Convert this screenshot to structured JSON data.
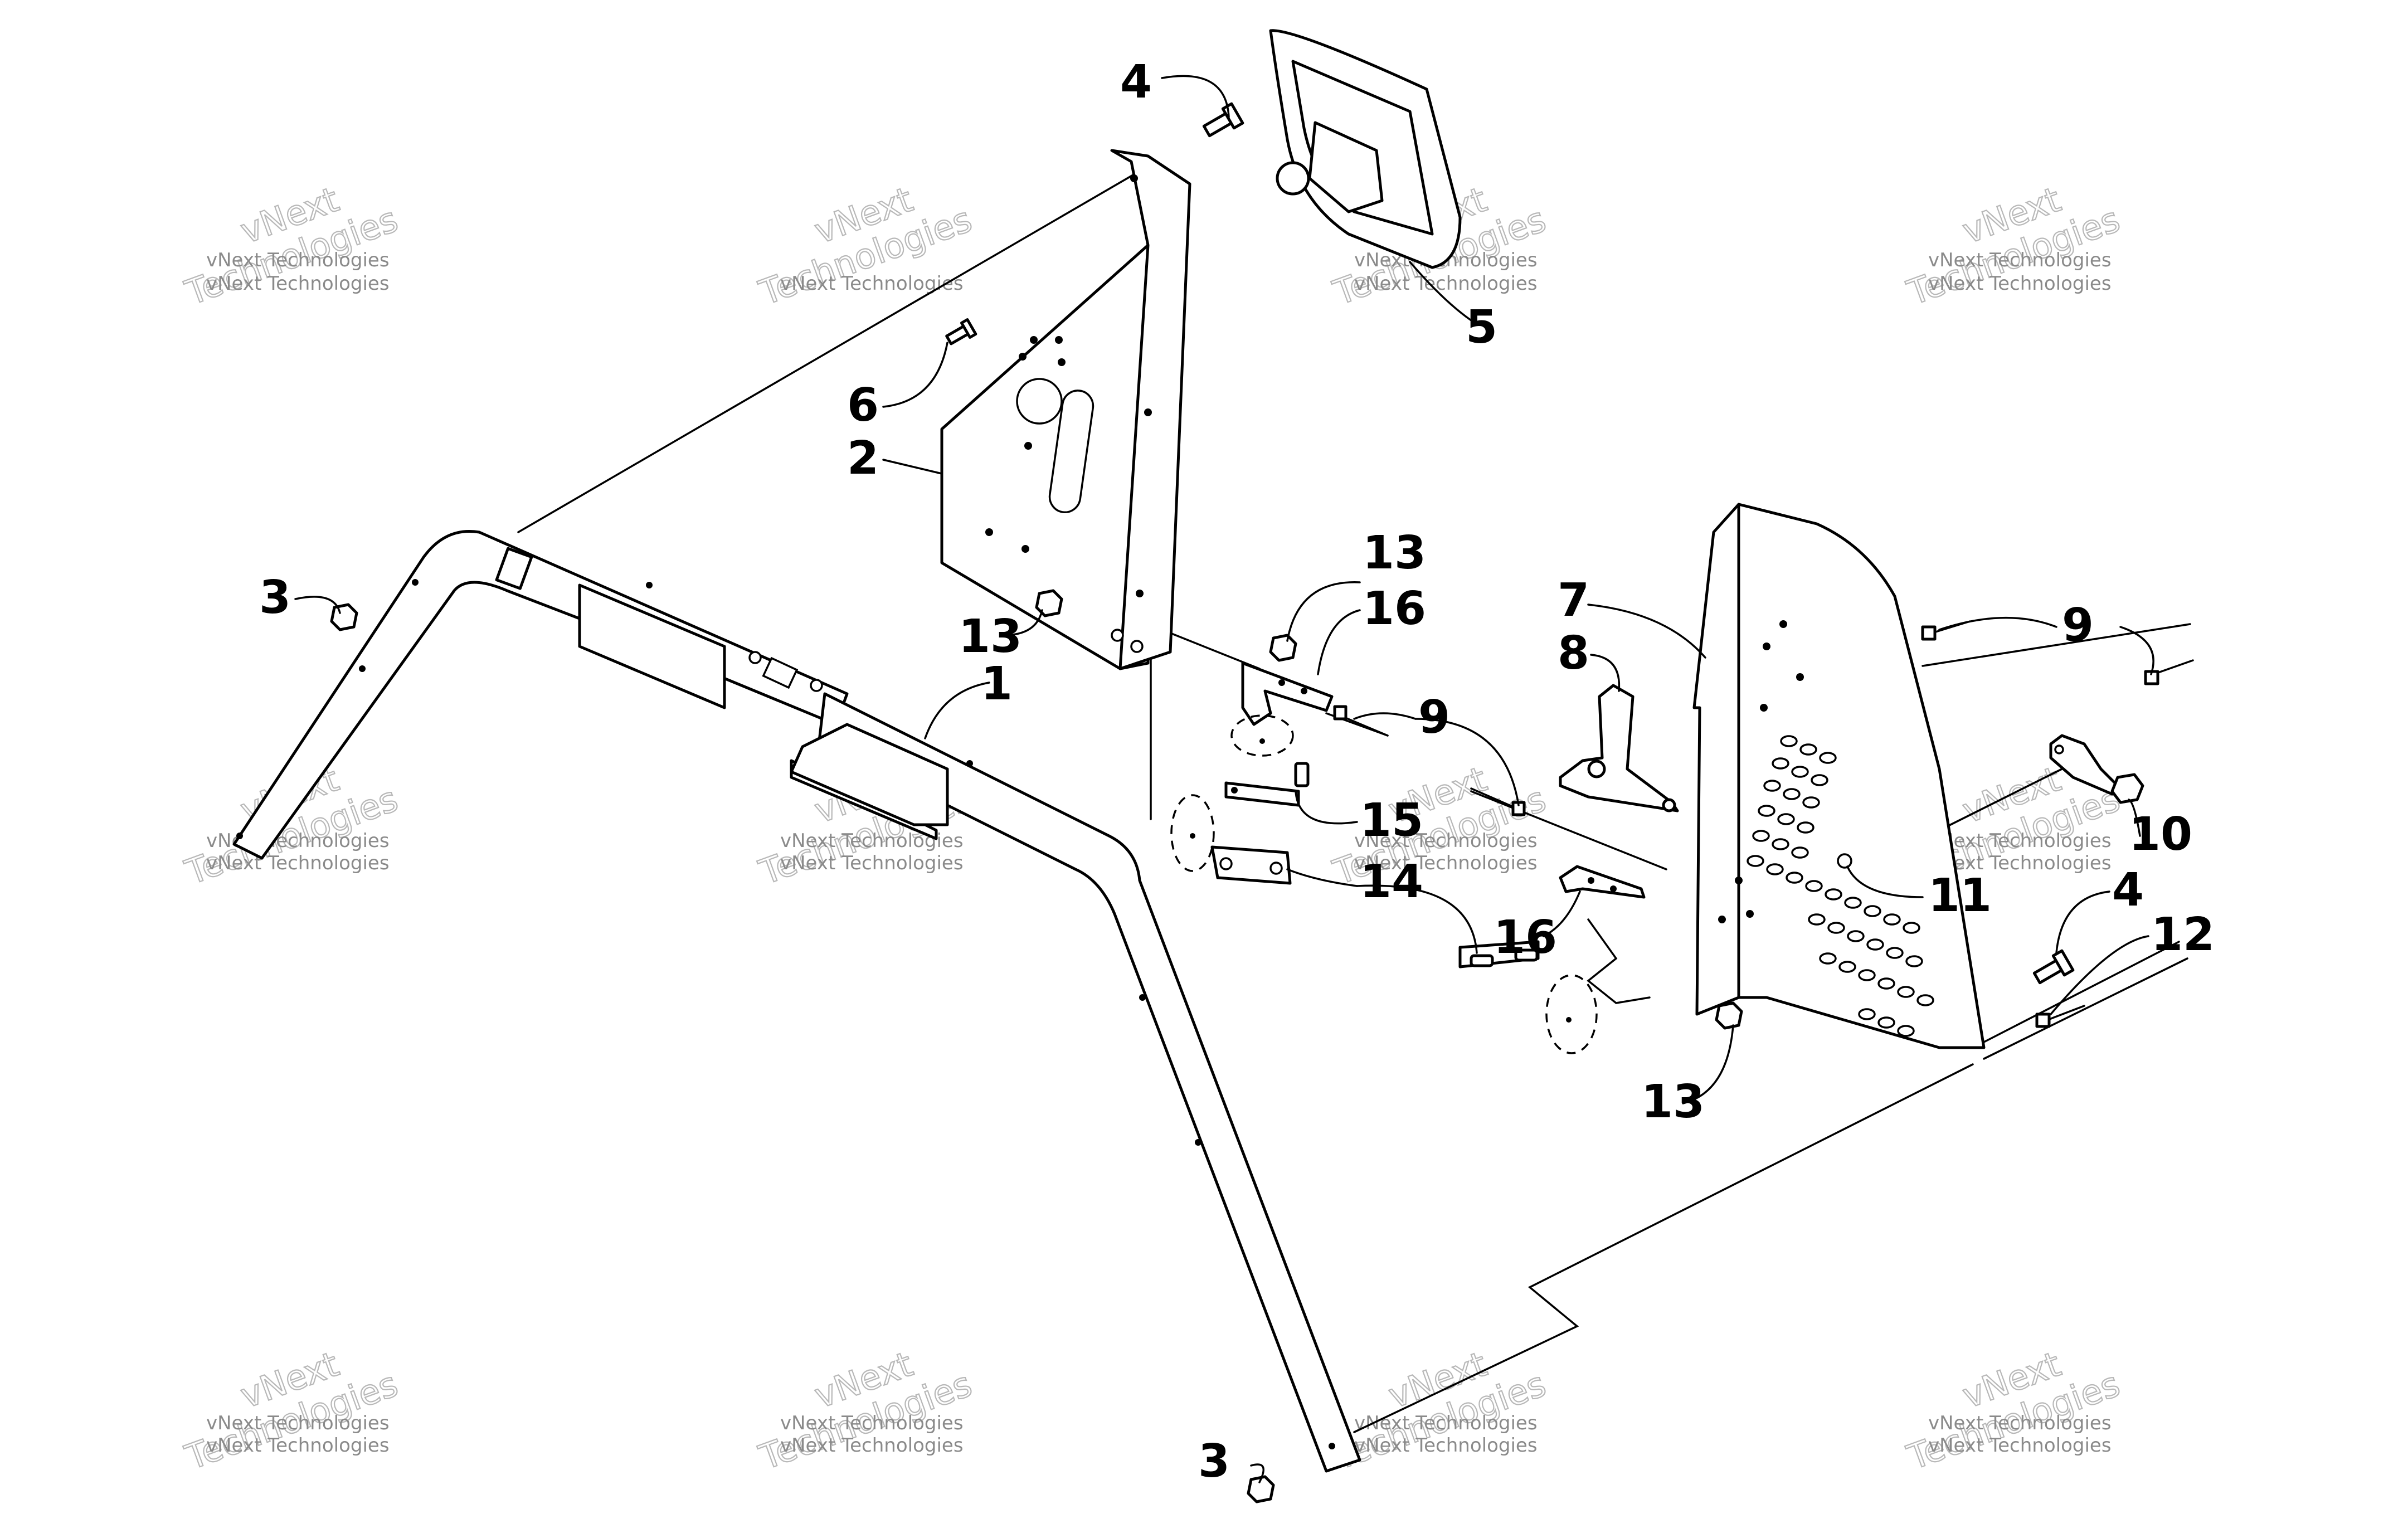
{
  "watermark": {
    "line1": "vNext",
    "line2": "Technologies",
    "small": "vNext Technologies"
  },
  "callouts": {
    "c1": "1",
    "c2": "2",
    "c3_top": "3",
    "c3_bottom": "3",
    "c4_top": "4",
    "c4_right": "4",
    "c5": "5",
    "c6": "6",
    "c7": "7",
    "c8": "8",
    "c9_mid": "9",
    "c9_right": "9",
    "c10": "10",
    "c11": "11",
    "c12": "12",
    "c13_top": "13",
    "c13_left": "13",
    "c13_bottom": "13",
    "c14": "14",
    "c15": "15",
    "c16_top": "16",
    "c16_mid": "16"
  }
}
